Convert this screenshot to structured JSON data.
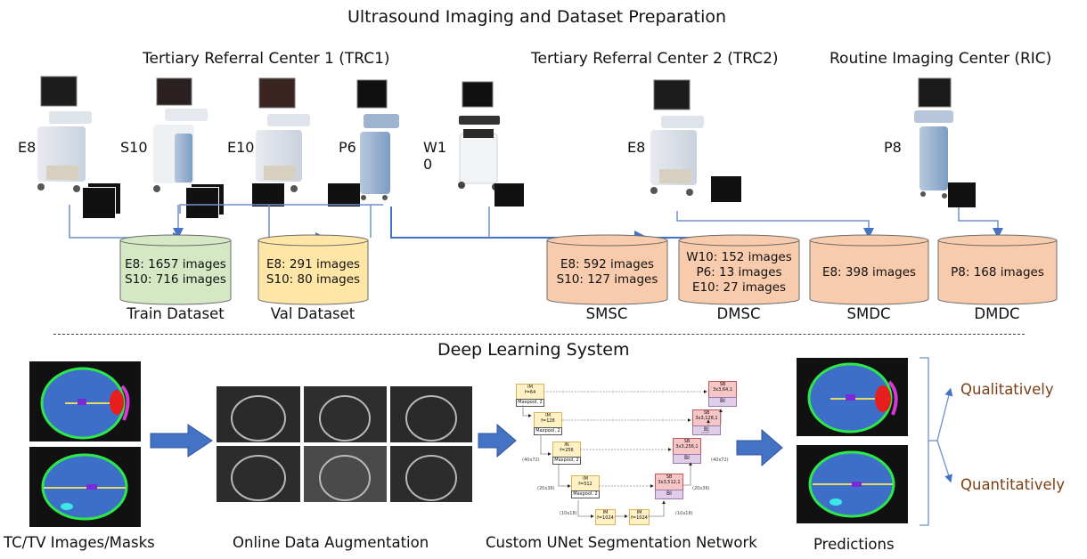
{
  "top_section": {
    "title": "Ultrasound Imaging and Dataset Preparation",
    "centers": [
      {
        "id": "trc1",
        "name": "Tertiary Referral Center 1 (TRC1)"
      },
      {
        "id": "trc2",
        "name": "Tertiary Referral Center 2 (TRC2)"
      },
      {
        "id": "ric",
        "name": "Routine Imaging Center (RIC)"
      }
    ],
    "machines": [
      {
        "label": "E8",
        "center": "TRC1"
      },
      {
        "label": "S10",
        "center": "TRC1"
      },
      {
        "label": "E10",
        "center": "TRC1"
      },
      {
        "label": "P6",
        "center": "TRC1"
      },
      {
        "label_line1": "W1",
        "label_line2": "0",
        "center": "TRC1"
      },
      {
        "label": "E8",
        "center": "TRC2"
      },
      {
        "label": "P8",
        "center": "RIC"
      }
    ],
    "datasets": [
      {
        "name": "Train Dataset",
        "lines": [
          "E8: 1657 images",
          "S10: 716 images"
        ],
        "color": "#d5e8c4"
      },
      {
        "name": "Val Dataset",
        "lines": [
          "E8: 291 images",
          "S10: 80 images"
        ],
        "color": "#ffe6a6"
      },
      {
        "name": "SMSC",
        "lines": [
          "E8: 592 images",
          "S10: 127 images"
        ],
        "color": "#f8cbad"
      },
      {
        "name": "DMSC",
        "lines": [
          "W10: 152 images",
          "P6: 13 images",
          "E10: 27 images"
        ],
        "color": "#f8cbad"
      },
      {
        "name": "SMDC",
        "lines": [
          "E8: 398 images"
        ],
        "color": "#f8cbad"
      },
      {
        "name": "DMDC",
        "lines": [
          "P8: 168 images"
        ],
        "color": "#f8cbad"
      }
    ]
  },
  "bottom_section": {
    "title": "Deep Learning System",
    "stages": [
      {
        "id": "input",
        "label": "TC/TV Images/Masks"
      },
      {
        "id": "augmentation",
        "label": "Online Data Augmentation"
      },
      {
        "id": "network",
        "label": "Custom UNet Segmentation Network"
      },
      {
        "id": "predictions",
        "label": "Predictions"
      }
    ],
    "evaluation": [
      "Qualitatively",
      "Quantitatively"
    ],
    "unet": {
      "encoder": [
        {
          "block": "IM",
          "filters": "f=64",
          "pool": "Maxpool, 2"
        },
        {
          "block": "IM",
          "filters": "f=128",
          "pool": "Maxpool, 2"
        },
        {
          "block": "IN",
          "filters": "f=256",
          "pool": "Maxpool, 2"
        },
        {
          "block": "IM",
          "filters": "f=512",
          "pool": "Maxpool, 2"
        }
      ],
      "bottleneck": [
        {
          "block": "IM",
          "filters": "f=1024"
        },
        {
          "block": "IM",
          "filters": "f=1024"
        }
      ],
      "decoder": [
        {
          "block": "SB",
          "params": "3x3,512,1",
          "up": "BI"
        },
        {
          "block": "SB",
          "params": "3x3,256,1",
          "up": "BI"
        },
        {
          "block": "SB",
          "params": "3x3,128,1",
          "up": "BI"
        },
        {
          "block": "SB",
          "params": "3x3,64,1",
          "up": "BI"
        }
      ],
      "dims": [
        "(40x72)",
        "(20x36)",
        "(10x18)",
        "(10x18)",
        "(20x36)",
        "(40x72)"
      ]
    }
  },
  "colors": {
    "arrow_blue": "#4472c4",
    "line_blue": "#6f8fcf",
    "result_brown": "#7b3f14"
  }
}
